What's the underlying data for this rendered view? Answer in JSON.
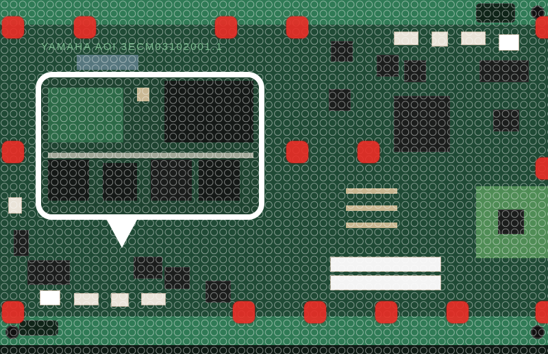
{
  "scene": {
    "title": "PCB inspection board",
    "silkscreen_text": "YAMAHA AOI 3ECM03102001.1 ",
    "markers_count": 15,
    "colors": {
      "board": "#1f4a35",
      "marker": "#ec2c26",
      "bubble": "#ffffff"
    }
  }
}
